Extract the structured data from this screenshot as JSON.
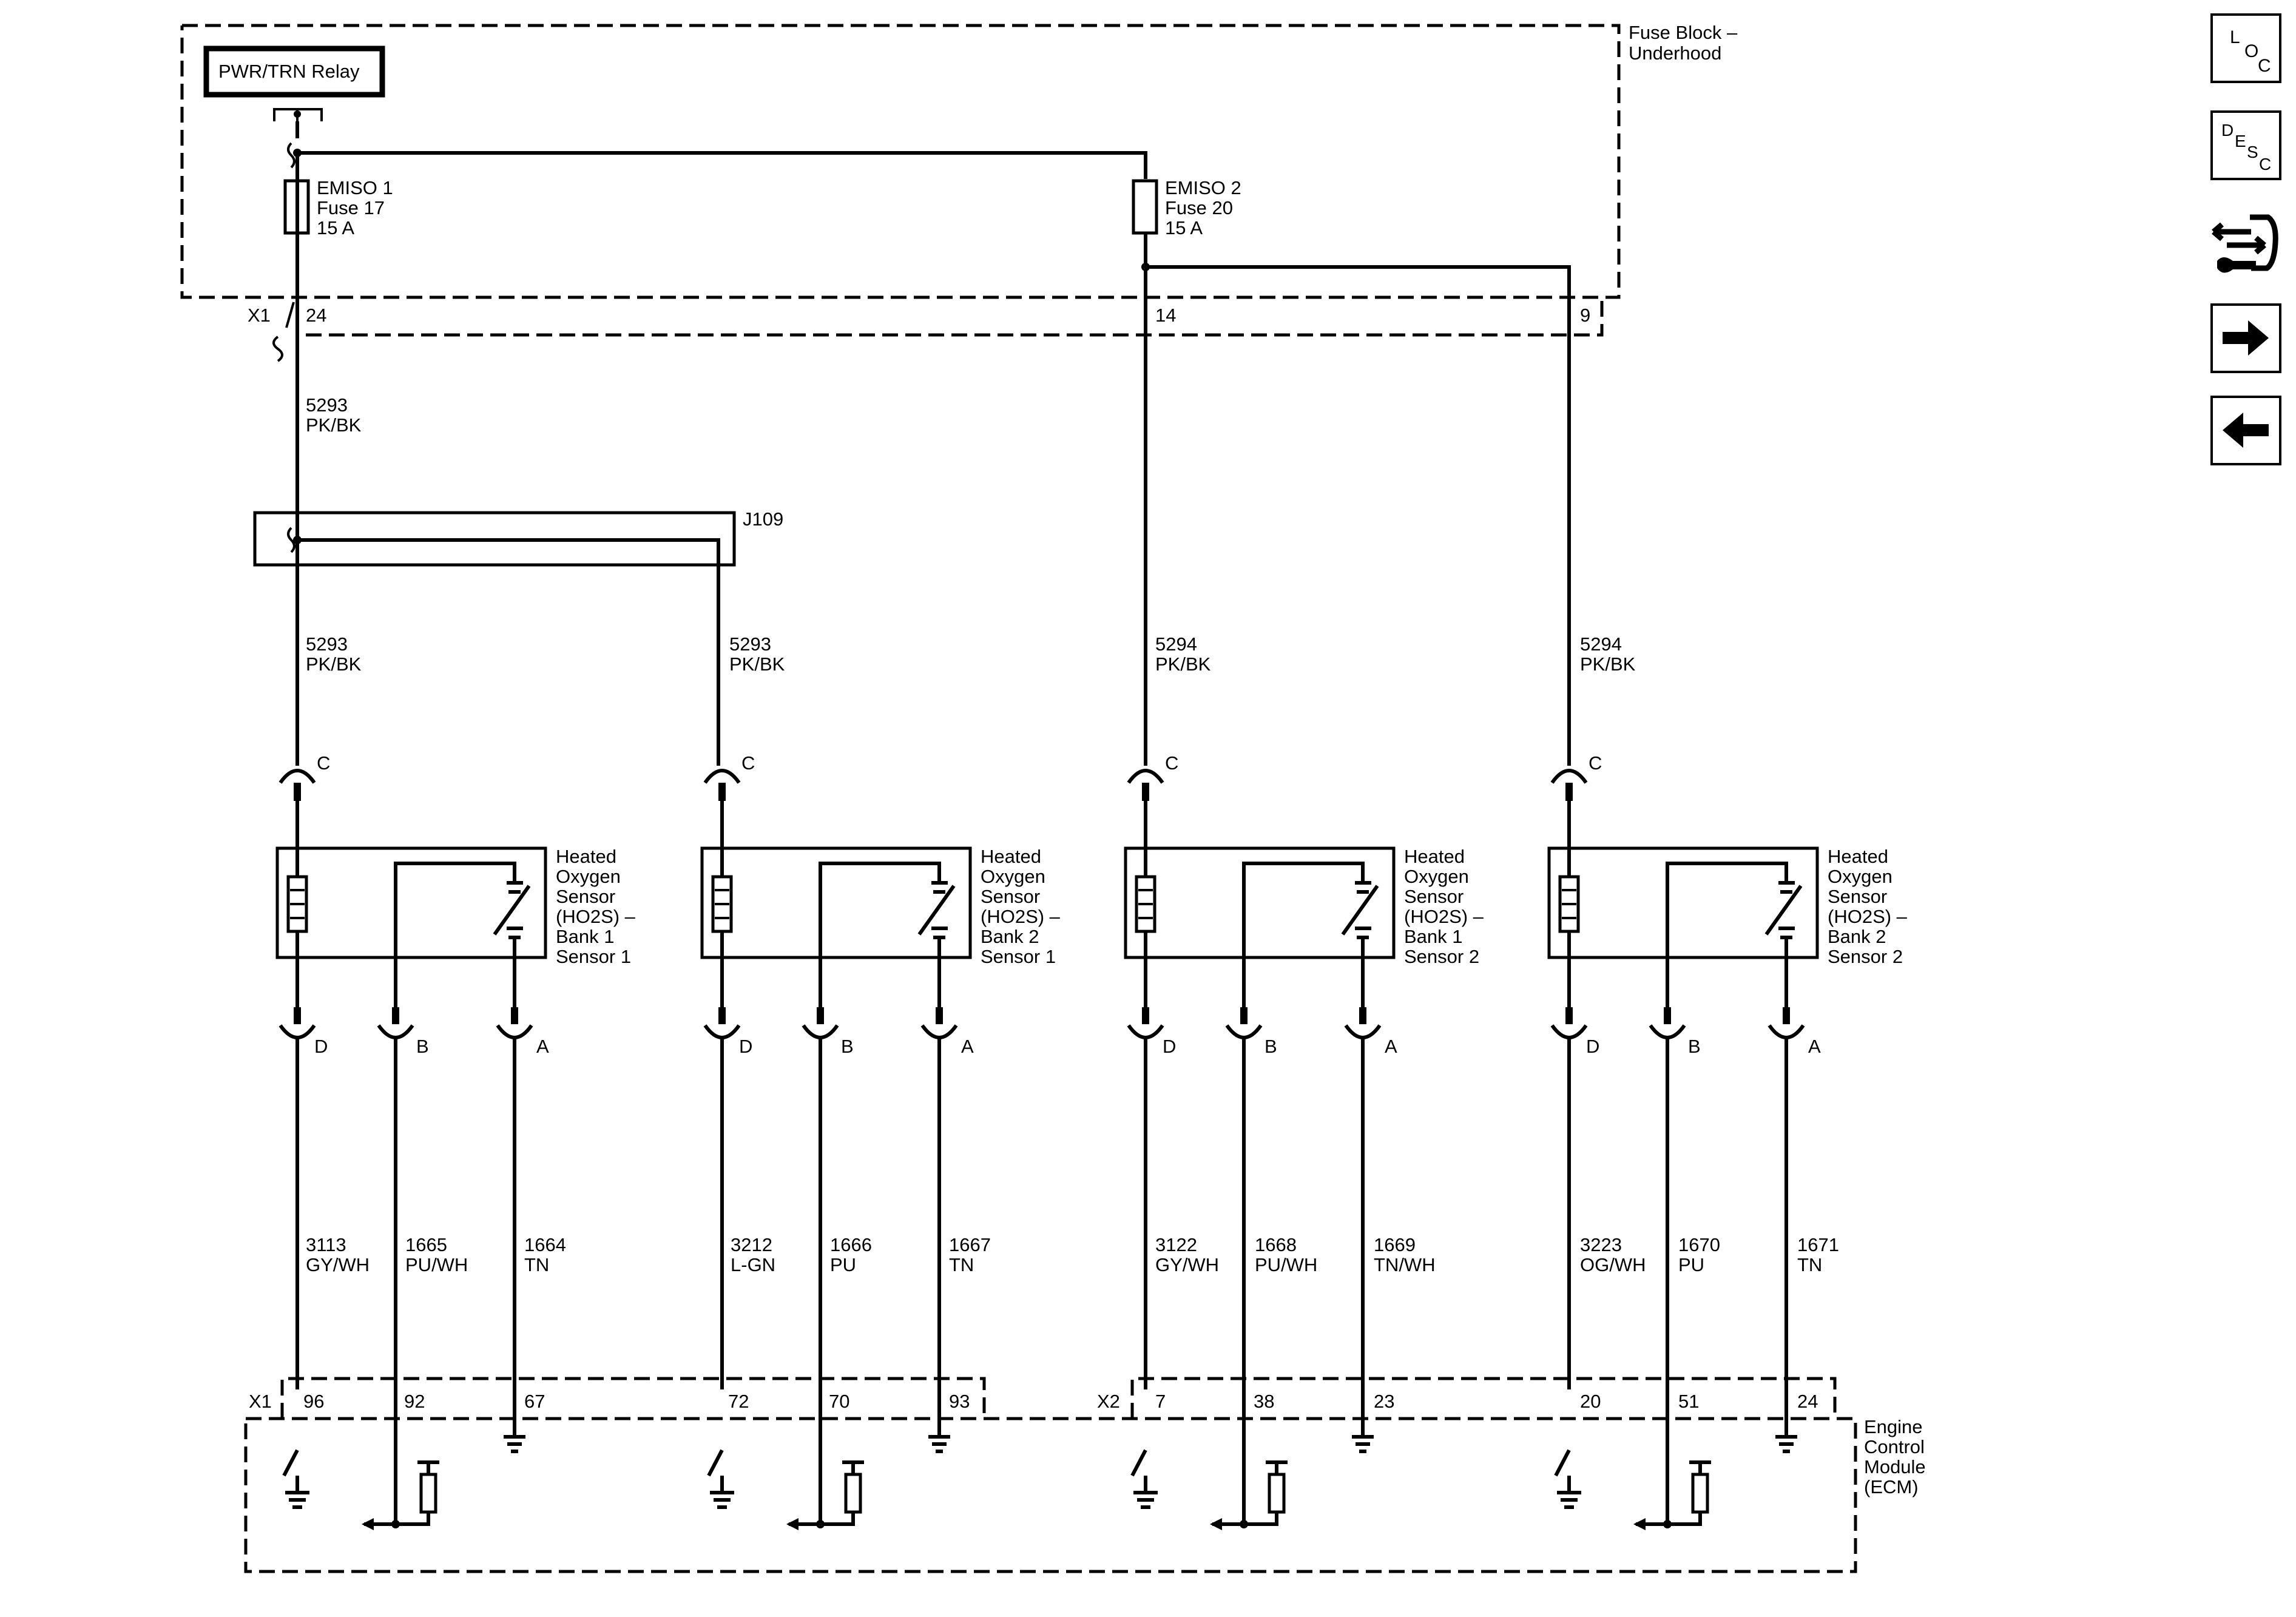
{
  "relay": {
    "label": "PWR/TRN Relay"
  },
  "fuse_block": {
    "label_line1": "Fuse Block –",
    "label_line2": "Underhood",
    "connector": "X1"
  },
  "fuses": [
    {
      "name": "EMISO 1",
      "fuse": "Fuse 17",
      "rating": "15 A",
      "pin": "24"
    },
    {
      "name": "EMISO 2",
      "fuse": "Fuse 20",
      "rating": "15 A",
      "pin": "14"
    }
  ],
  "fuse_block_pin_extra": "9",
  "splice": {
    "label": "J109"
  },
  "upper_wire": {
    "circuit": "5293",
    "color": "PK/BK"
  },
  "feed_wires": [
    {
      "circuit": "5293",
      "color": "PK/BK"
    },
    {
      "circuit": "5293",
      "color": "PK/BK"
    },
    {
      "circuit": "5294",
      "color": "PK/BK"
    },
    {
      "circuit": "5294",
      "color": "PK/BK"
    }
  ],
  "sensors": [
    {
      "line1": "Heated",
      "line2": "Oxygen",
      "line3": "Sensor",
      "line4": "(HO2S) –",
      "line5": "Bank 1",
      "line6": "Sensor 1"
    },
    {
      "line1": "Heated",
      "line2": "Oxygen",
      "line3": "Sensor",
      "line4": "(HO2S) –",
      "line5": "Bank 2",
      "line6": "Sensor 1"
    },
    {
      "line1": "Heated",
      "line2": "Oxygen",
      "line3": "Sensor",
      "line4": "(HO2S) –",
      "line5": "Bank 1",
      "line6": "Sensor 2"
    },
    {
      "line1": "Heated",
      "line2": "Oxygen",
      "line3": "Sensor",
      "line4": "(HO2S) –",
      "line5": "Bank 2",
      "line6": "Sensor 2"
    }
  ],
  "sensor_pins": {
    "c": "C",
    "d": "D",
    "b": "B",
    "a": "A"
  },
  "lower_wires": [
    {
      "circuit": "3113",
      "color": "GY/WH",
      "ecm_pin": "96"
    },
    {
      "circuit": "1665",
      "color": "PU/WH",
      "ecm_pin": "92"
    },
    {
      "circuit": "1664",
      "color": "TN",
      "ecm_pin": "67"
    },
    {
      "circuit": "3212",
      "color": "L-GN",
      "ecm_pin": "72"
    },
    {
      "circuit": "1666",
      "color": "PU",
      "ecm_pin": "70"
    },
    {
      "circuit": "1667",
      "color": "TN",
      "ecm_pin": "93"
    },
    {
      "circuit": "3122",
      "color": "GY/WH",
      "ecm_pin": "7"
    },
    {
      "circuit": "1668",
      "color": "PU/WH",
      "ecm_pin": "38"
    },
    {
      "circuit": "1669",
      "color": "TN/WH",
      "ecm_pin": "23"
    },
    {
      "circuit": "3223",
      "color": "OG/WH",
      "ecm_pin": "20"
    },
    {
      "circuit": "1670",
      "color": "PU",
      "ecm_pin": "51"
    },
    {
      "circuit": "1671",
      "color": "TN",
      "ecm_pin": "24"
    }
  ],
  "ecm": {
    "line1": "Engine",
    "line2": "Control",
    "line3": "Module",
    "line4": "(ECM)",
    "connector1": "X1",
    "connector2": "X2"
  },
  "nav": {
    "loc": {
      "l1": "L",
      "l2": "O",
      "l3": "C"
    },
    "desc": {
      "l1": "D",
      "l2": "E",
      "l3": "S",
      "l4": "C"
    },
    "icons": [
      "connector-end-view-icon",
      "next-page-arrow-icon",
      "previous-page-arrow-icon"
    ]
  }
}
